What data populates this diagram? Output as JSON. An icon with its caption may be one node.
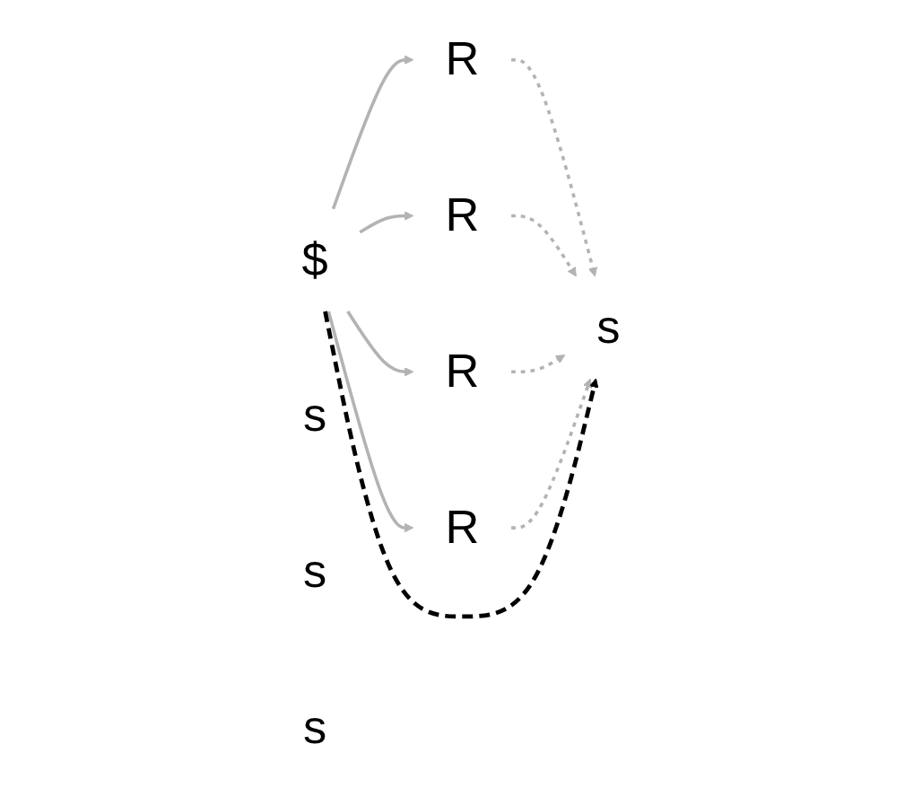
{
  "diagram": {
    "nodes": [
      {
        "text": [
          "$"
        ]
      },
      {
        "text": [
          "R"
        ]
      },
      {
        "text": [
          "R"
        ]
      },
      {
        "text": [
          "R"
        ]
      },
      {
        "text": [
          "R"
        ]
      },
      {
        "text": [
          "s"
        ]
      },
      {
        "text": [
          "s"
        ]
      },
      {
        "text": [
          "s"
        ]
      },
      {
        "text": [
          "s"
        ]
      }
    ],
    "edges": [
      {
        "from": 0,
        "to": 1,
        "arrow": "to"
      },
      {
        "from": 0,
        "to": 2,
        "arrow": "to"
      },
      {
        "from": 0,
        "to": 3,
        "arrow": "to"
      },
      {
        "from": 0,
        "to": 4,
        "arrow": "to"
      },
      {
        "from": 1,
        "to": 7,
        "arrow": "to",
        "style": "dashed"
      },
      {
        "from": 2,
        "to": 7,
        "arrow": "to",
        "style": "dashed"
      },
      {
        "from": 3,
        "to": 7,
        "arrow": "to",
        "style": "dashed"
      },
      {
        "from": 4,
        "to": 7,
        "arrow": "to",
        "style": "dashed"
      },
      {
        "from": 0,
        "to": 7,
        "arrow": "to",
        "style": "dashed",
        "color": "#000000"
      }
    ]
  }
}
